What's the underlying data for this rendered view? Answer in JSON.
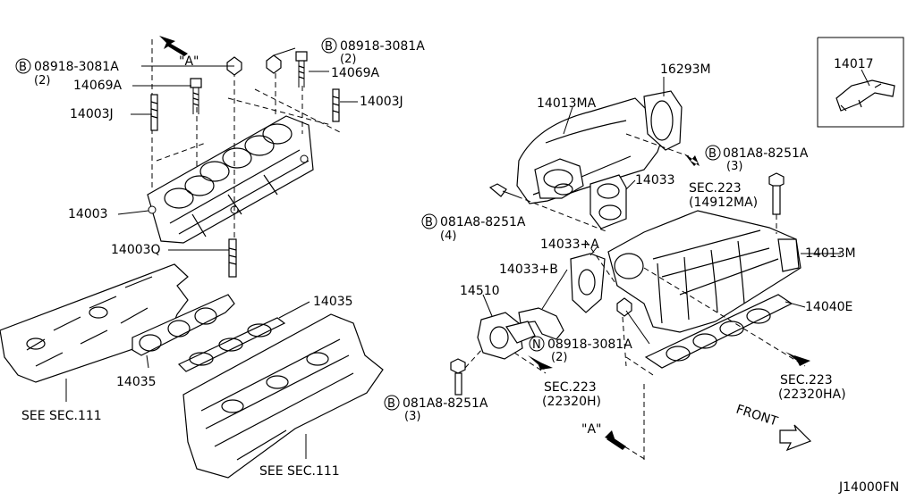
{
  "parts": {
    "p14017": "14017",
    "p16293M": "16293M",
    "p14013MA": "14013MA",
    "p14033a": "14033",
    "p14033A": "14033+A",
    "p14033B": "14033+B",
    "p14013M": "14013M",
    "p14040E": "14040E",
    "p14510": "14510",
    "p14069A_l": "14069A",
    "p14069A_r": "14069A",
    "p14003J_l": "14003J",
    "p14003J_r": "14003J",
    "p14003": "14003",
    "p14003Q": "14003Q",
    "p14035_a": "14035",
    "p14035_b": "14035"
  },
  "fasteners": {
    "b1": {
      "prefix": "B",
      "number": "08918-3081A",
      "qty": "(2)"
    },
    "b2": {
      "prefix": "B",
      "number": "08918-3081A",
      "qty": "(2)"
    },
    "b3": {
      "prefix": "B",
      "number": "081A8-8251A",
      "qty": "(3)"
    },
    "b4": {
      "prefix": "B",
      "number": "081A8-8251A",
      "qty": "(4)"
    },
    "n1": {
      "prefix": "N",
      "number": "08918-3081A",
      "qty": "(2)"
    },
    "b5": {
      "prefix": "B",
      "number": "081A8-8251A",
      "qty": "(3)"
    }
  },
  "sections": {
    "s1_title": "SEC.223",
    "s1_ref": "(14912MA)",
    "s2_title": "SEC.223",
    "s2_ref": "(22320H)",
    "s3_title": "SEC.223",
    "s3_ref": "(22320HA)",
    "see1": "SEE SEC.111",
    "see2": "SEE SEC.111"
  },
  "views": {
    "a_top": "\"A\"",
    "a_bottom": "\"A\""
  },
  "front_label": "FRONT",
  "diagram_code": "J14000FN"
}
